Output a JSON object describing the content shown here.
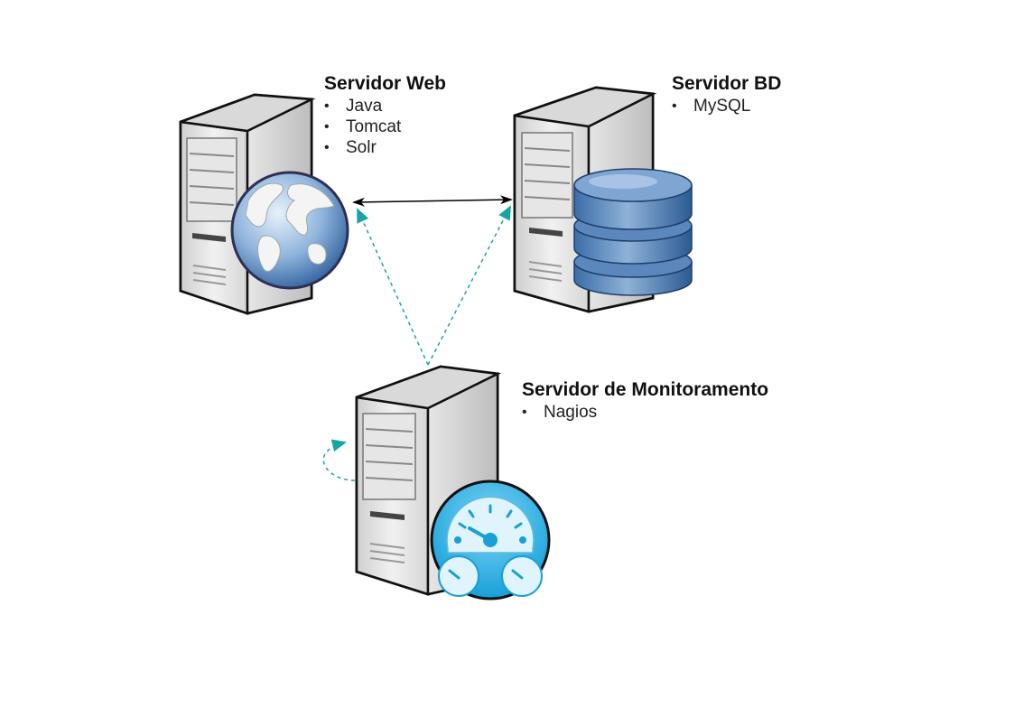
{
  "servers": {
    "web": {
      "title": "Servidor Web",
      "items": [
        "Java",
        "Tomcat",
        "Solr"
      ],
      "icon": "globe-icon"
    },
    "db": {
      "title": "Servidor BD",
      "items": [
        "MySQL"
      ],
      "icon": "database-icon"
    },
    "monitor": {
      "title": "Servidor de Monitoramento",
      "items": [
        "Nagios"
      ],
      "icon": "gauge-icon"
    }
  },
  "colors": {
    "monitor_arrow": "#16a5a0",
    "link_arrow": "#000000",
    "db_blue": "#3f6ea6",
    "gauge_blue": "#2bb5ea"
  }
}
